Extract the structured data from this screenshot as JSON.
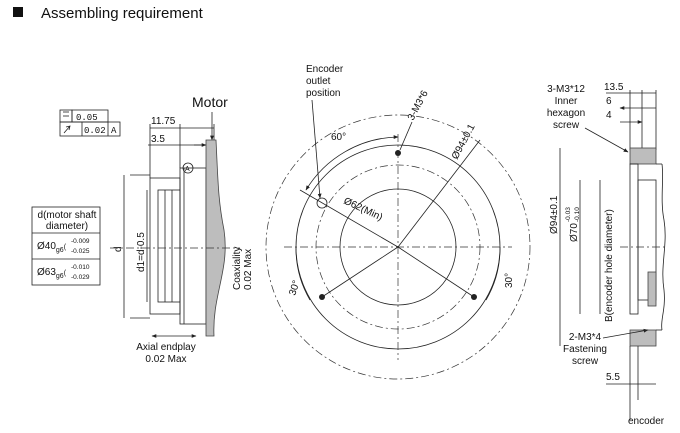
{
  "header": {
    "title": "Assembling requirement"
  },
  "left_view": {
    "motor_label": "Motor",
    "tolerance_frame": {
      "row1_value": "0.05",
      "row2_value": "0.02",
      "row2_datum": "A"
    },
    "dim_11_75": "11.75",
    "dim_3_5": "3.5",
    "datum_marker": "A",
    "dim_d": "d",
    "dim_d1": "d1=d-0.5",
    "coaxiality": "Coaxiality 0.02 Max",
    "axial_endplay": "Axial endplay\n0.02 Max",
    "shaft_table": {
      "header": "d(motor shaft diameter)",
      "rows": [
        {
          "base": "Ø40",
          "fit": "g6",
          "upper": "-0.009",
          "lower": "-0.025"
        },
        {
          "base": "Ø63",
          "fit": "g6",
          "upper": "-0.010",
          "lower": "-0.029"
        }
      ]
    }
  },
  "front_view": {
    "encoder_outlet": "Encoder\noutlet\nposition",
    "label_m3x6": "3-M3*6",
    "label_d94": "Ø94±0.1",
    "label_d62": "Ø62(Min)",
    "angle_60": "60°",
    "angle_30_left": "30°",
    "angle_30_right": "30°"
  },
  "side_view": {
    "label_m3x12": "3-M3*12\nInner\nhexagon\nscrew",
    "dim_13_5": "13.5",
    "dim_6": "6",
    "dim_4": "4",
    "dim_d94": "Ø94±0.1",
    "dim_d70": "Ø70",
    "dim_d70_upper": "-0.03",
    "dim_d70_lower": "-0.10",
    "bore_label": "B(encoder hole diameter)",
    "label_m3x4": "2-M3*4\nFastening\nscrew",
    "dim_5_5": "5.5",
    "encoder_label": "encoder"
  }
}
